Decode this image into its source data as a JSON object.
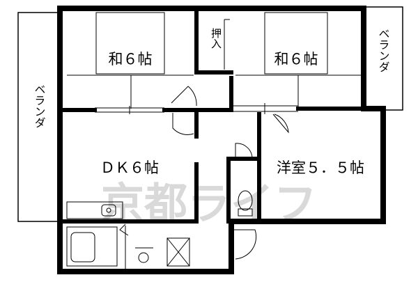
{
  "floorplan": {
    "rooms": {
      "tatami_left": "和６帖",
      "tatami_right": "和６帖",
      "dk": "ＤＫ６帖",
      "western": "洋室５．５帖"
    },
    "closet": "押入",
    "veranda_left": "ベランダ",
    "veranda_right": "ベランダ",
    "watermark": "京都ライフ"
  },
  "colors": {
    "wall": "#000000",
    "line": "#000000",
    "watermark": "#d9d9d9",
    "background": "#ffffff"
  }
}
